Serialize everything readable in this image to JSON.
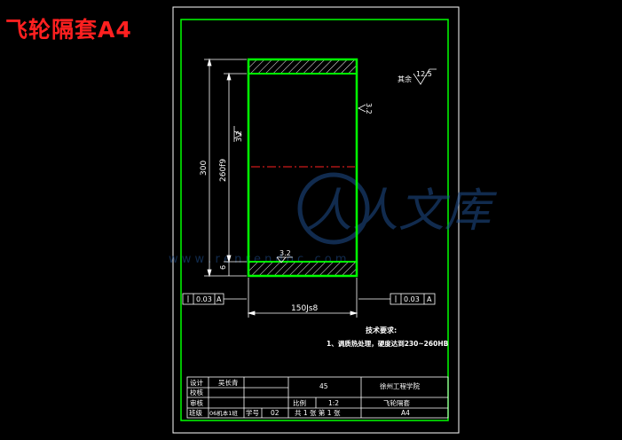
{
  "title": "飞轮隔套A4",
  "dims": {
    "overall_length": "300",
    "bore": "260f9",
    "outer": "150Js8",
    "end_face": "6"
  },
  "roughness": {
    "general": "12.5",
    "bore_label": "3.2",
    "outer_label": "3.2",
    "end_label": "3.2",
    "other_prefix": "其余"
  },
  "tolerance_frames": {
    "left": {
      "value": "0.03",
      "datum": "A"
    },
    "right": {
      "value": "0.03",
      "datum": "A"
    }
  },
  "tech_notes": {
    "heading": "技术要求:",
    "line1": "1、调质热处理，硬度达到230~260HB"
  },
  "watermark": {
    "text_cn": "人人文库",
    "url": "w w w . r e n r e n d o c . c o m"
  },
  "title_block": {
    "designer_label": "设计",
    "designer_name": "吴长青",
    "checker_label": "校核",
    "review_label": "审核",
    "class_label": "班级",
    "class_value": "06机本1班",
    "student_no_label": "学号",
    "student_no_value": "02",
    "material": "45",
    "school": "徐州工程学院",
    "scale_label": "比例",
    "scale_value": "1:2",
    "part_name": "飞轮隔套",
    "sheets": "共 1 张  第 1 张",
    "size": "A4"
  }
}
